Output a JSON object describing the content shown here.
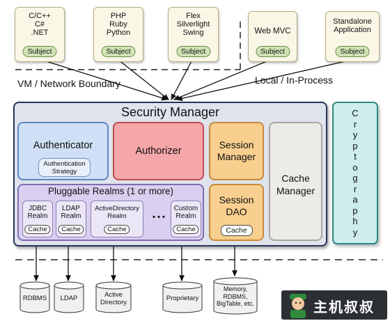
{
  "clients": [
    {
      "lines": [
        "C/C++",
        "C#",
        ".NET"
      ],
      "subject": "Subject"
    },
    {
      "lines": [
        "PHP",
        "Ruby",
        "Python"
      ],
      "subject": "Subject"
    },
    {
      "lines": [
        "Flex",
        "Silverlight",
        "Swing"
      ],
      "subject": "Subject"
    },
    {
      "lines": [
        "Web MVC"
      ],
      "subject": "Subject"
    },
    {
      "lines": [
        "Standalone",
        "Application"
      ],
      "subject": "Subject"
    }
  ],
  "boundaries": {
    "network": "VM / Network Boundary",
    "local": "Local / In-Process"
  },
  "security_manager": {
    "title": "Security Manager",
    "authenticator": "Authenticator",
    "auth_strategy": [
      "Authentication",
      "Strategy"
    ],
    "authorizer": "Authorizer",
    "session_manager": [
      "Session",
      "Manager"
    ],
    "cache_manager": [
      "Cache",
      "Manager"
    ],
    "session_dao": [
      "Session",
      "DAO"
    ],
    "session_dao_cache": "Cache",
    "realms_title": "Pluggable Realms (1 or more)",
    "realms": [
      {
        "lines": [
          "JDBC",
          "Realm"
        ],
        "cache": "Cache"
      },
      {
        "lines": [
          "LDAP",
          "Realm"
        ],
        "cache": "Cache"
      },
      {
        "lines": [
          "ActiveDirectory",
          "Realm"
        ],
        "cache": "Cache"
      },
      {
        "lines": [
          "Custom",
          "Realm"
        ],
        "cache": "Cache"
      }
    ],
    "ellipsis": "• • •"
  },
  "cryptography": [
    "C",
    "r",
    "y",
    "p",
    "t",
    "o",
    "g",
    "r",
    "a",
    "p",
    "h",
    "y"
  ],
  "datastores": [
    {
      "lines": [
        "RDBMS"
      ]
    },
    {
      "lines": [
        "LDAP"
      ]
    },
    {
      "lines": [
        "Active",
        "Directory"
      ]
    },
    {
      "lines": [
        "Proprietary"
      ]
    },
    {
      "lines": [
        "Memory,",
        "RDBMS,",
        "BigTable, etc."
      ]
    }
  ],
  "watermark": "主机叔叔"
}
